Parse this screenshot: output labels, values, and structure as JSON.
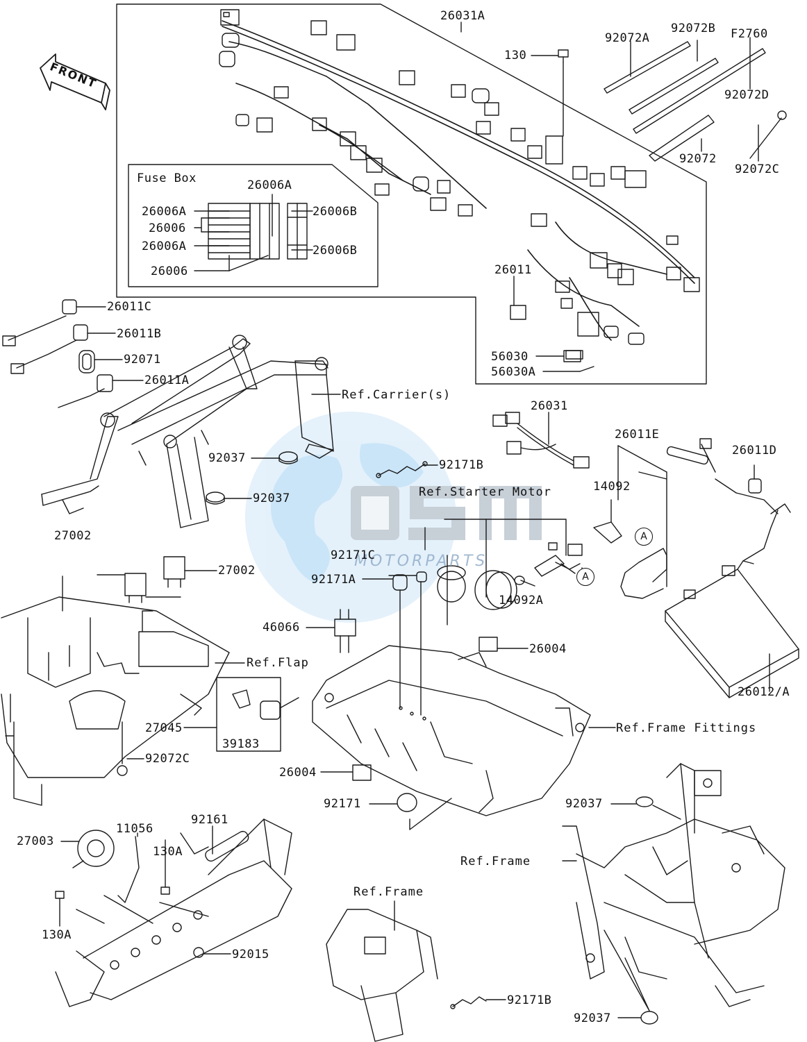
{
  "watermark": {
    "brand": "OSM",
    "tagline": "MOTORPARTS",
    "color_primary": "#2b74c6",
    "color_globe": "#9fd0f3"
  },
  "front_arrow": {
    "text": "FRONT"
  },
  "fuse_box": {
    "title": "Fuse Box"
  },
  "circle_markers": {
    "a": "A"
  },
  "labels": {
    "p26031A": "26031A",
    "p130": "130",
    "p92072A": "92072A",
    "p92072B": "92072B",
    "pF2760": "F2760",
    "p92072D": "92072D",
    "p92072": "92072",
    "p92072C_top": "92072C",
    "p26006A_top": "26006A",
    "p26006A_1": "26006A",
    "p26006_1": "26006",
    "p26006A_2": "26006A",
    "p26006_2": "26006",
    "p26006B_1": "26006B",
    "p26006B_2": "26006B",
    "p26011": "26011",
    "p56030": "56030",
    "p56030A": "56030A",
    "p26011C": "26011C",
    "p26011B": "26011B",
    "p92071": "92071",
    "p26011A": "26011A",
    "refCarriers": "Ref.Carrier(s)",
    "p92037_1": "92037",
    "p92037_2": "92037",
    "p92171B_1": "92171B",
    "p26031": "26031",
    "p26011E": "26011E",
    "p26011D": "26011D",
    "p14092": "14092",
    "refStarter": "Ref.Starter Motor",
    "p27002_1": "27002",
    "p27002_2": "27002",
    "p92171C": "92171C",
    "p92171A": "92171A",
    "p14092A": "14092A",
    "p46066": "46066",
    "p26004_1": "26004",
    "p26012A": "26012/A",
    "refFlap": "Ref.Flap",
    "p27045": "27045",
    "p39183": "39183",
    "refFrameFittings": "Ref.Frame Fittings",
    "p92072C_bottom": "92072C",
    "p26004_2": "26004",
    "p92171": "92171",
    "p92037_3": "92037",
    "p27003": "27003",
    "p11056": "11056",
    "p92161": "92161",
    "p130A_1": "130A",
    "p130A_2": "130A",
    "refFrame_1": "Ref.Frame",
    "refFrame_2": "Ref.Frame",
    "p92015": "92015",
    "p92171B_2": "92171B",
    "p92037_4": "92037"
  }
}
